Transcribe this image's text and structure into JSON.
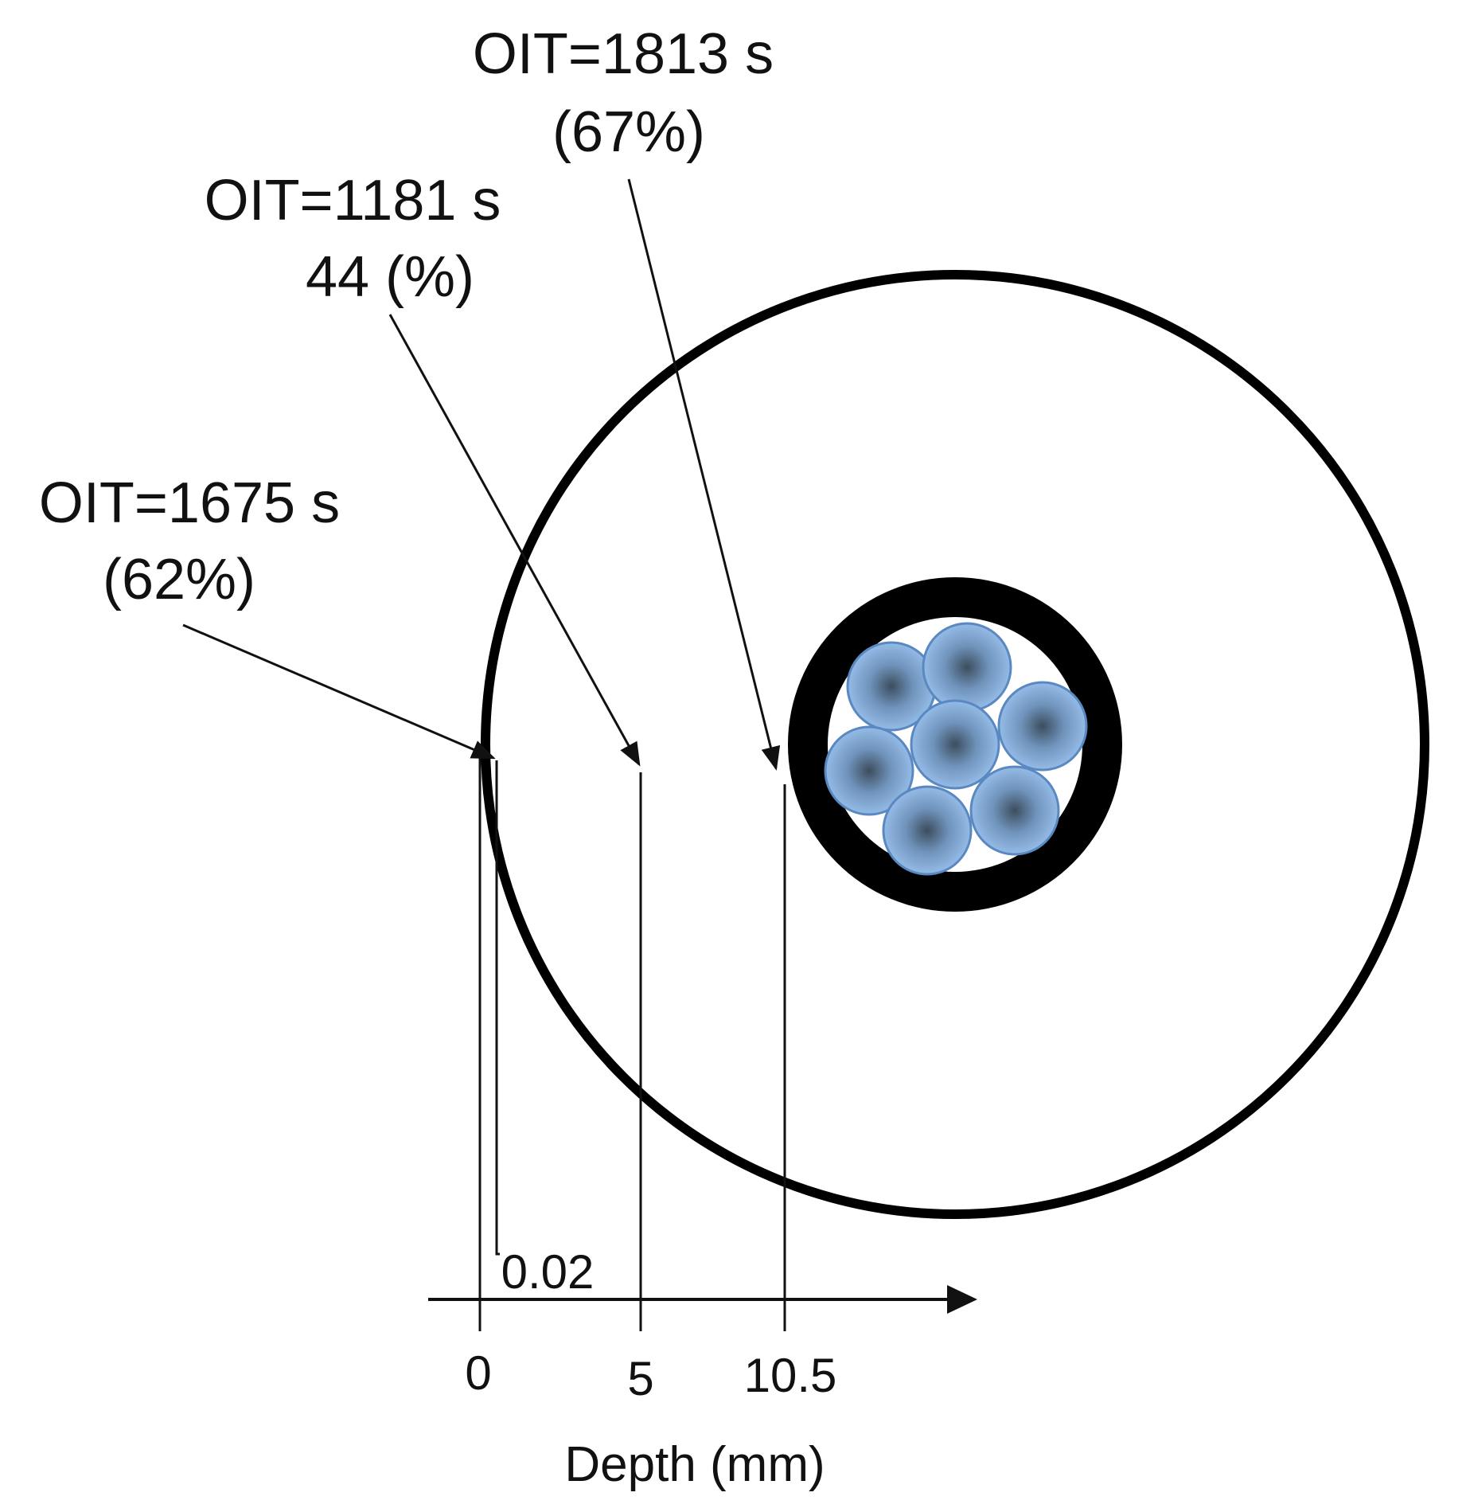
{
  "annotations": [
    {
      "oit": "OIT=1813 s",
      "percent": "(67%)"
    },
    {
      "oit": "OIT=1181 s",
      "percent": "44 (%)"
    },
    {
      "oit": "OIT=1675 s",
      "percent": "(62%)"
    }
  ],
  "axis": {
    "label": "Depth (mm)",
    "ticks": [
      "0",
      "5",
      "10.5"
    ],
    "small_tick": "0.02"
  },
  "colors": {
    "line": "#111111",
    "jacket": "#000000",
    "strand_fill": "#8fb8e8",
    "strand_core": "#4a5a6a",
    "strand_edge": "#5a88c0"
  }
}
